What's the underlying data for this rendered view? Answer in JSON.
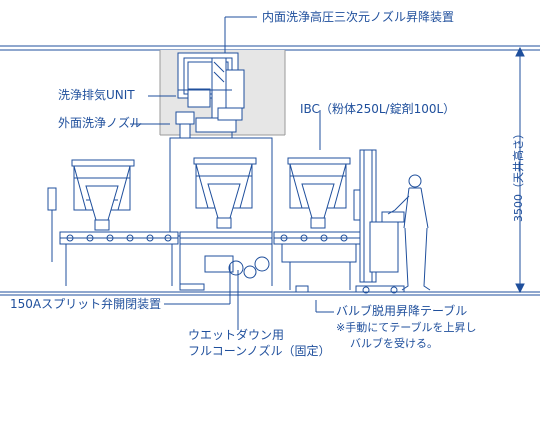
{
  "labels": {
    "nozzle_lift": "内面洗浄高圧三次元ノズル昇降装置",
    "exhaust_unit": "洗浄排気UNIT",
    "outer_nozzle": "外面洗浄ノズル",
    "ibc": "IBC（粉体250L/錠剤100L）",
    "split_valve": "150Aスプリット弁開閉装置",
    "wetdown_line1": "ウエットダウン用",
    "wetdown_line2": "フルコーンノズル（固定）",
    "valve_table": "バルブ脱用昇降テーブル",
    "note_line1": "※手動にてテーブルを上昇し",
    "note_line2": "バルブを受ける。",
    "ceiling_height": "3500（天井高さ）"
  },
  "colors": {
    "line": "#1f4f9c",
    "wall": "#e6e6e6",
    "fill": "#ffffff"
  }
}
